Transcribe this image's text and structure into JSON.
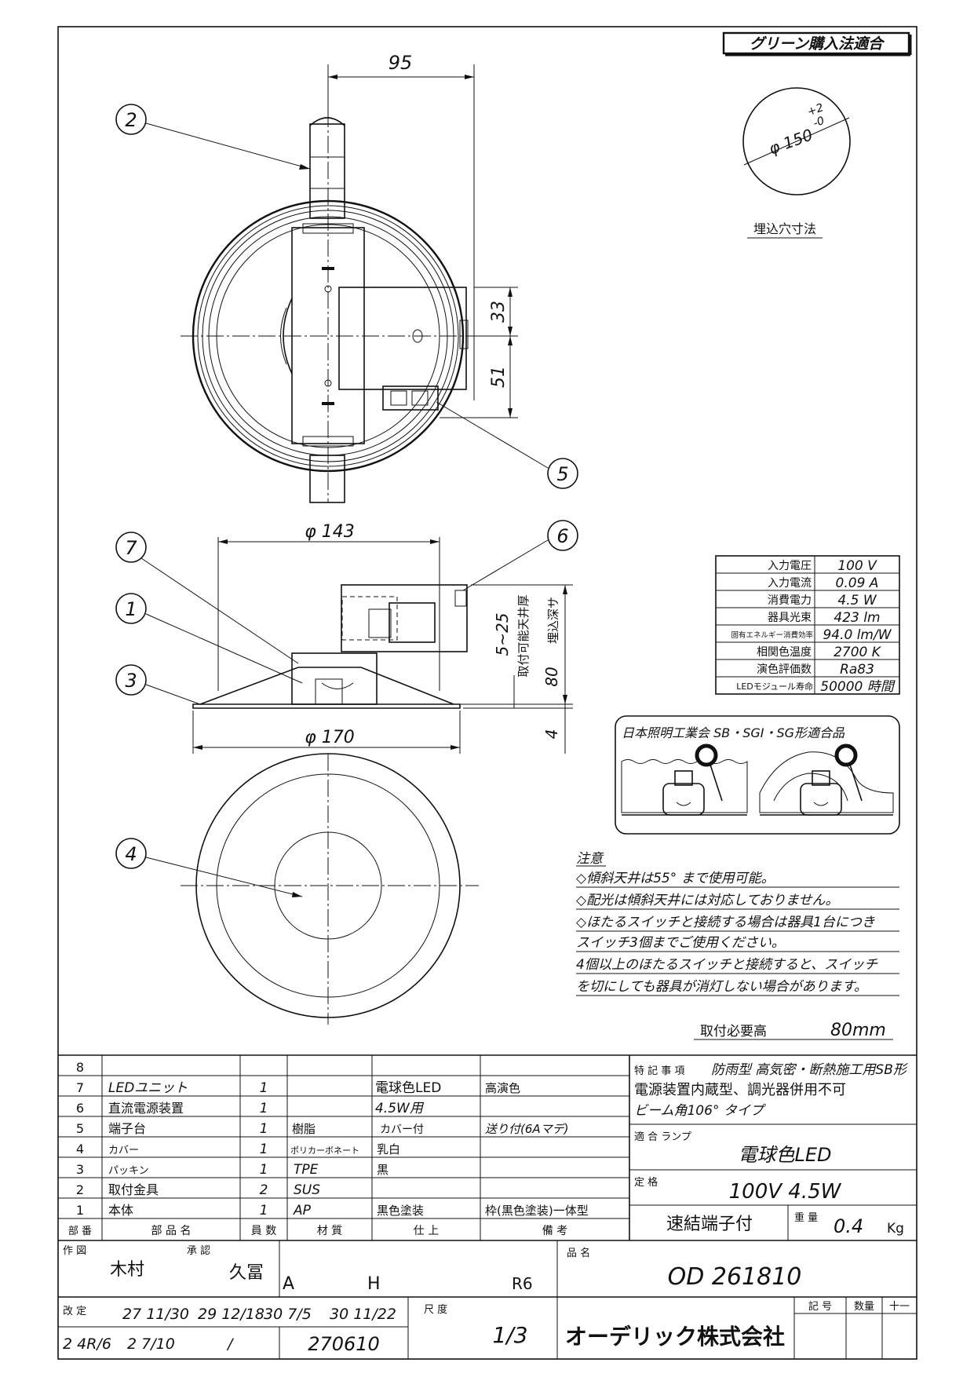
{
  "header": {
    "green_label": "グリーン購入法適合"
  },
  "cutout": {
    "diameter_label": "φ 150",
    "tol_plus": "+2",
    "tol_minus": "-0",
    "caption": "埋込穴寸法"
  },
  "dims": {
    "width_top": "95",
    "d33": "33",
    "d51": "51",
    "d143": "φ 143",
    "d170": "φ 170",
    "d5_25": "5~25",
    "d80": "80",
    "d4": "4",
    "label_ceiling": "取付可能天井厚",
    "label_depth": "埋込深サ"
  },
  "callouts": [
    "1",
    "2",
    "3",
    "4",
    "5",
    "6",
    "7"
  ],
  "specs": [
    {
      "k": "入力電圧",
      "v": "100 V"
    },
    {
      "k": "入力電流",
      "v": "0.09 A"
    },
    {
      "k": "消費電力",
      "v": "4.5 W"
    },
    {
      "k": "器具光束",
      "v": "423 lm"
    },
    {
      "k": "固有エネルギー消費効率",
      "v": "94.0 lm/W"
    },
    {
      "k": "相関色温度",
      "v": "2700 K"
    },
    {
      "k": "演色評価数",
      "v": "Ra83"
    },
    {
      "k": "LEDモジュール寿命",
      "v": "50000 時間"
    }
  ],
  "insulation": {
    "title": "日本照明工業会 SB・SGI・SG形適合品"
  },
  "notes": {
    "title": "注意",
    "lines": [
      "◇傾斜天井は55° まで使用可能。",
      "◇配光は傾斜天井には対応しておりません。",
      "◇ほたるスイッチと接続する場合は器具1台につき",
      " スイッチ3個までご使用ください。",
      " 4個以上のほたるスイッチと接続すると、スイッチ",
      "を切にしても器具が消灯しない場合があります。"
    ]
  },
  "mount_height": {
    "label": "取付必要高",
    "value": "80mm"
  },
  "parts": [
    {
      "no": "8",
      "name": "",
      "qty": "",
      "mat": "",
      "finish": "",
      "note": ""
    },
    {
      "no": "7",
      "name": "LEDユニット",
      "qty": "1",
      "mat": "",
      "finish": "電球色LED",
      "note": "高演色"
    },
    {
      "no": "6",
      "name": "直流電源装置",
      "qty": "1",
      "mat": "",
      "finish": "4.5W用",
      "note": ""
    },
    {
      "no": "5",
      "name": "端子台",
      "qty": "1",
      "mat": "樹脂",
      "finish": "カバー付",
      "note": "送り付(6Aマデ)"
    },
    {
      "no": "4",
      "name": "カバー",
      "qty": "1",
      "mat": "ポリカーボネート",
      "finish": "乳白",
      "note": ""
    },
    {
      "no": "3",
      "name": "パッキン",
      "qty": "1",
      "mat": "TPE",
      "finish": "黒",
      "note": ""
    },
    {
      "no": "2",
      "name": "取付金具",
      "qty": "2",
      "mat": "SUS",
      "finish": "",
      "note": ""
    },
    {
      "no": "1",
      "name": "本体",
      "qty": "1",
      "mat": "AP",
      "finish": "黒色塗装",
      "note": "枠(黒色塗装)一体型"
    }
  ],
  "parts_header": {
    "no": "部 番",
    "name": "部 品 名",
    "qty": "員 数",
    "mat": "材 質",
    "finish": "仕 上",
    "note": "備 考"
  },
  "special": {
    "label": "特 記 事 項",
    "line1": "防雨型 高気密・断熱施工用SB形",
    "line2": "電源装置内蔵型、調光器併用不可",
    "line3": "ビーム角106° タイプ"
  },
  "lamp": {
    "label": "適 合 ランプ",
    "value": "電球色LED"
  },
  "rating": {
    "label": "定 格",
    "value": "100V 4.5W"
  },
  "terminal": {
    "value": "速結端子付"
  },
  "weight": {
    "label": "重 量",
    "value": "0.4",
    "unit": "Kg"
  },
  "title_block": {
    "drawn_label": "作 図",
    "drawn": "木村",
    "approved_label": "承 認",
    "approved": "久冨",
    "code_a": "A",
    "code_h": "H",
    "code_r": "R6",
    "product_label": "品 名",
    "product": "OD 261810",
    "rev_label": "改 定",
    "rev1": "27 11/30",
    "rev2": "29 12/18",
    "rev3": "30 7/5",
    "rev4": "30 11/22",
    "rev5": "2 4R/6",
    "rev6": "2 7/10",
    "rev7": "/",
    "drawing_no": "270610",
    "scale_label": "尺 度",
    "scale": "1/3",
    "company": "オーデリック株式会社",
    "sym_label": "記 号",
    "count_label": "数量",
    "extra": "十一"
  }
}
